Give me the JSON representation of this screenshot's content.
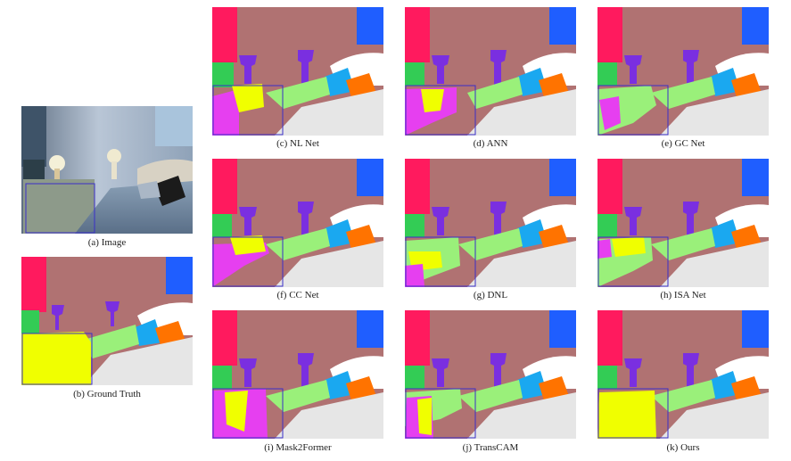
{
  "figure": {
    "captions": {
      "image": "(a) Image",
      "gt": "(b) Ground Truth",
      "nl": "(c) NL Net",
      "ann": "(d) ANN",
      "gc": "(e) GC Net",
      "cc": "(f) CC Net",
      "dnl": "(g) DNL",
      "isa": "(h) ISA Net",
      "m2f": "(i) Mask2Former",
      "transcam": "(j) TransCAM",
      "ours": "(k) Ours"
    },
    "palette": {
      "wall": "#b07272",
      "floor_bed": "#e6e6e6",
      "pink_painting": "#ff1a5e",
      "blue_window": "#1f5eff",
      "green_cabinet": "#33cc55",
      "lamp": "#7a2fe0",
      "yellow_region": "#f0ff00",
      "magenta_region": "#e63ff0",
      "light_green": "#9af07a",
      "cyan_pillow": "#1aa8f0",
      "orange_pillow": "#ff7300",
      "white_headboard": "#ffffff",
      "highlight_box": "#3a2fc8"
    }
  }
}
